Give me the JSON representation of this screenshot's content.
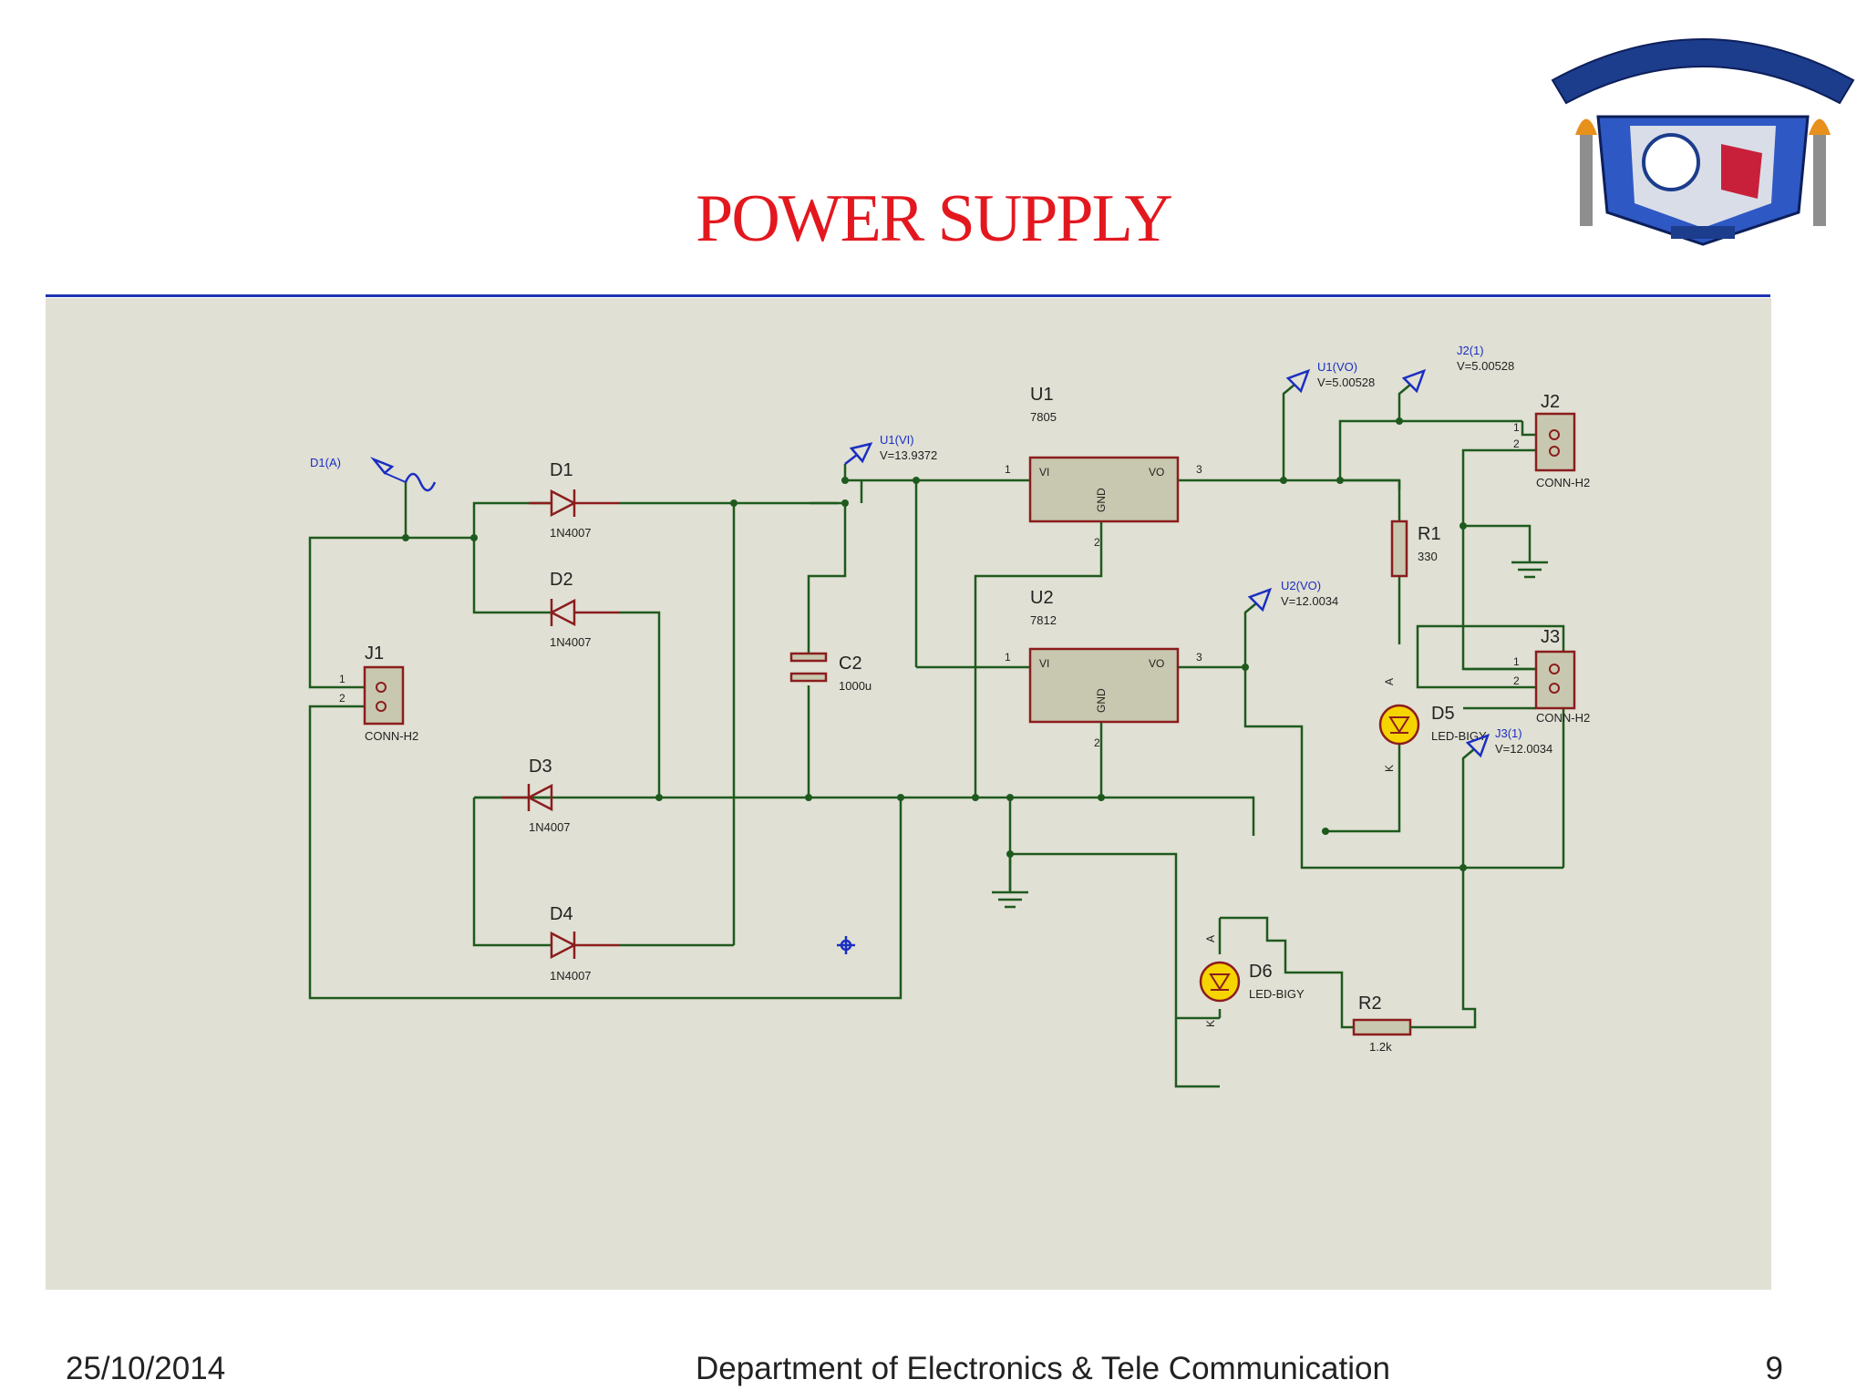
{
  "slide": {
    "title": "POWER SUPPLY",
    "footer": {
      "date": "25/10/2014",
      "department": "Department of Electronics & Tele Communication",
      "page": "9"
    }
  },
  "schematic": {
    "colors": {
      "background": "#e0e0d4",
      "wire": "#1e5a1e",
      "component": "#8b1d1d",
      "chip_fill": "#c8c8b0",
      "probe": "#1a2ec2",
      "led": "#f5d400"
    },
    "probes": {
      "d1a": "D1(A)",
      "u1vi": {
        "name": "U1(VI)",
        "value": "V=13.9372"
      },
      "u1vo": {
        "name": "U1(VO)",
        "value": "V=5.00528"
      },
      "j2": {
        "name": "J2(1)",
        "value": "V=5.00528"
      },
      "u2vo": {
        "name": "U2(VO)",
        "value": "V=12.0034"
      },
      "j3": {
        "name": "J3(1)",
        "value": "V=12.0034"
      }
    },
    "diodes": [
      {
        "ref": "D1",
        "part": "1N4007"
      },
      {
        "ref": "D2",
        "part": "1N4007"
      },
      {
        "ref": "D3",
        "part": "1N4007"
      },
      {
        "ref": "D4",
        "part": "1N4007"
      }
    ],
    "capacitor": {
      "ref": "C2",
      "value": "1000u"
    },
    "regulators": [
      {
        "ref": "U1",
        "part": "7805",
        "vi": "VI",
        "vo": "VO",
        "gnd": "GND",
        "pin_in": "1",
        "pin_out": "3",
        "pin_gnd": "2"
      },
      {
        "ref": "U2",
        "part": "7812",
        "vi": "VI",
        "vo": "VO",
        "gnd": "GND",
        "pin_in": "1",
        "pin_out": "3",
        "pin_gnd": "2"
      }
    ],
    "connectors": [
      {
        "ref": "J1",
        "part": "CONN-H2",
        "pin1": "1",
        "pin2": "2"
      },
      {
        "ref": "J2",
        "part": "CONN-H2",
        "pin1": "1",
        "pin2": "2"
      },
      {
        "ref": "J3",
        "part": "CONN-H2",
        "pin1": "1",
        "pin2": "2"
      }
    ],
    "resistors": [
      {
        "ref": "R1",
        "value": "330"
      },
      {
        "ref": "R2",
        "value": "1.2k"
      }
    ],
    "leds": [
      {
        "ref": "D5",
        "part": "LED-BIGY",
        "anode": "A",
        "cathode": "K"
      },
      {
        "ref": "D6",
        "part": "LED-BIGY",
        "anode": "A",
        "cathode": "K"
      }
    ]
  }
}
